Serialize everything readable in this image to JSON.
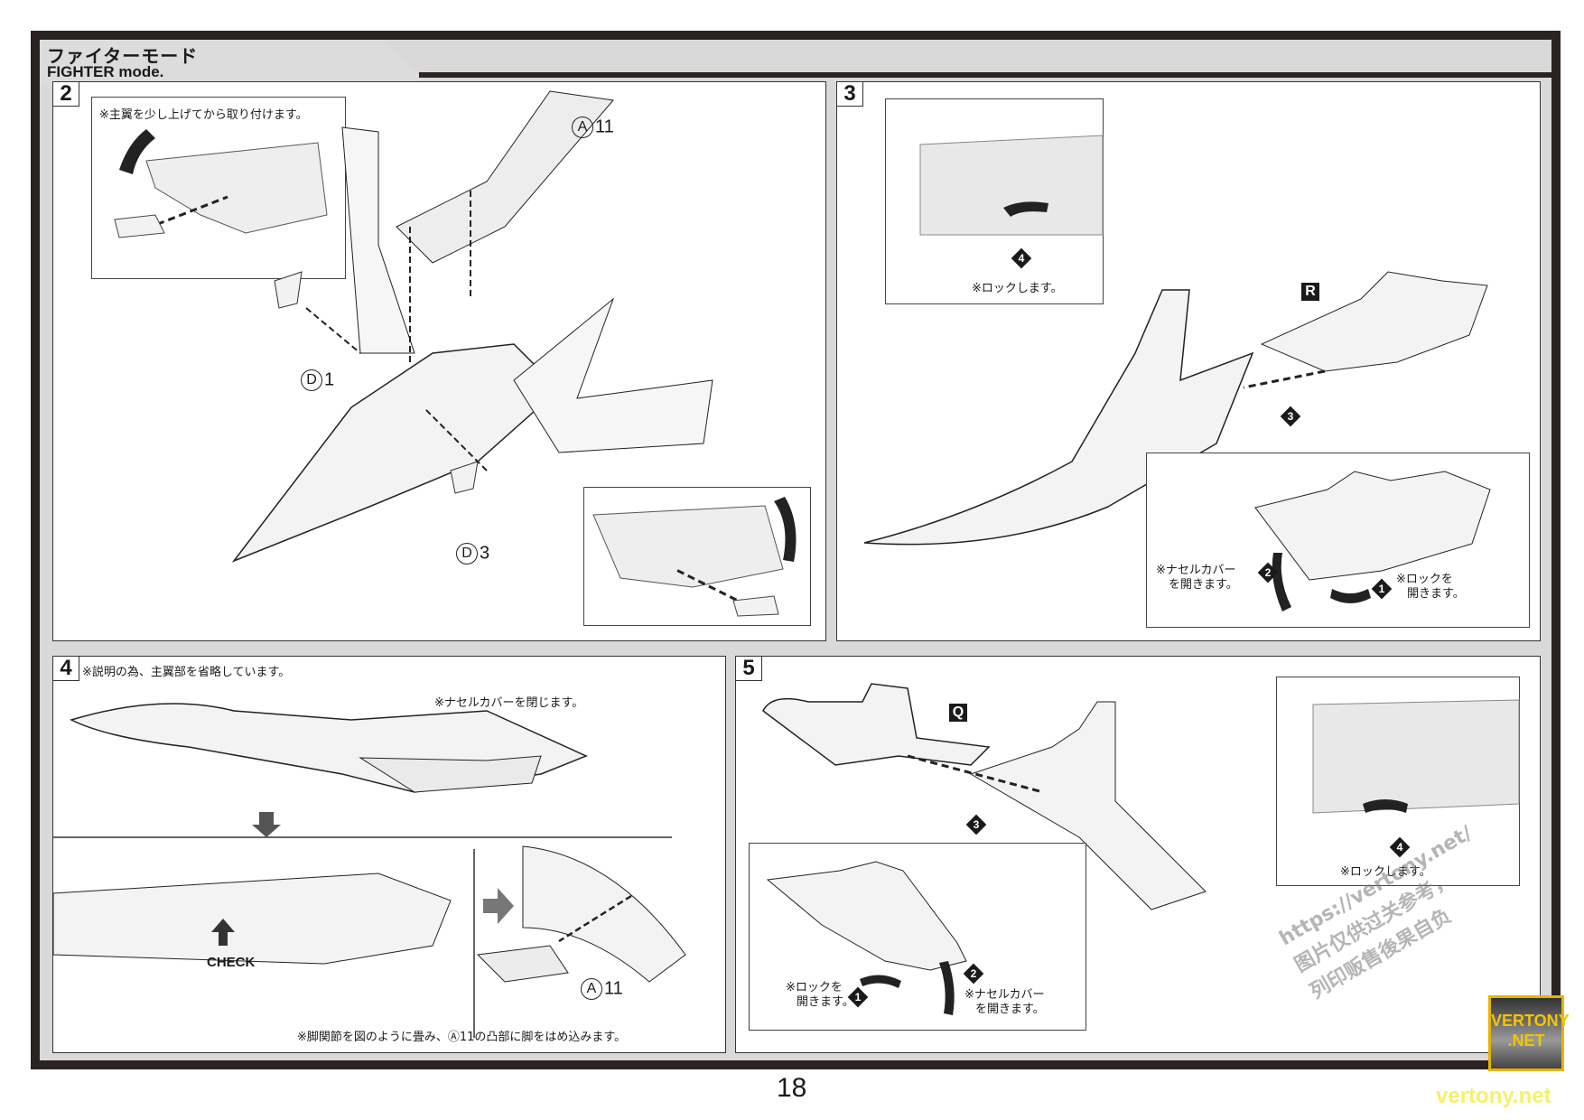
{
  "header": {
    "title_jp": "ファイターモード",
    "title_en": "FIGHTER mode."
  },
  "page_number": "18",
  "steps": [
    {
      "number": "2",
      "inset_note": "※主翼を少し上げてから取り付けます。",
      "parts": [
        {
          "letter": "A",
          "number": "11"
        },
        {
          "letter": "D",
          "number": "1"
        },
        {
          "letter": "D",
          "number": "3"
        }
      ]
    },
    {
      "number": "3",
      "inset_note": "※ロックします。",
      "inset_marker": "4",
      "tag": "R",
      "marker_attach": "3",
      "lower_inset": {
        "note_left_line1": "※ナセルカバー",
        "note_left_line2": "を開きます。",
        "marker_left": "2",
        "note_right_line1": "※ロックを",
        "note_right_line2": "開きます。",
        "marker_right": "1"
      }
    },
    {
      "number": "4",
      "top_note": "※説明の為、主翼部を省略しています。",
      "nacelle_note": "※ナセルカバーを閉じます。",
      "check_label": "CHECK",
      "part": {
        "letter": "A",
        "number": "11"
      },
      "bottom_note": "※脚関節を図のように畳み、Ⓐ11の凸部に脚をはめ込みます。"
    },
    {
      "number": "5",
      "tag": "Q",
      "marker_attach": "3",
      "inset_note": "※ロックします。",
      "inset_marker": "4",
      "lower_inset": {
        "note_left_line1": "※ロックを",
        "note_left_line2": "開きます。",
        "marker_left": "1",
        "note_right_line1": "※ナセルカバー",
        "note_right_line2": "を開きます。",
        "marker_right": "2"
      }
    }
  ],
  "watermark": {
    "url": "https://vertony.net/",
    "line2": "图片仅供过关参考，",
    "line3": "列印贩售後果自负",
    "badge_line1": "VERTONY",
    "badge_line2": ".NET",
    "footer": "vertony.net"
  }
}
